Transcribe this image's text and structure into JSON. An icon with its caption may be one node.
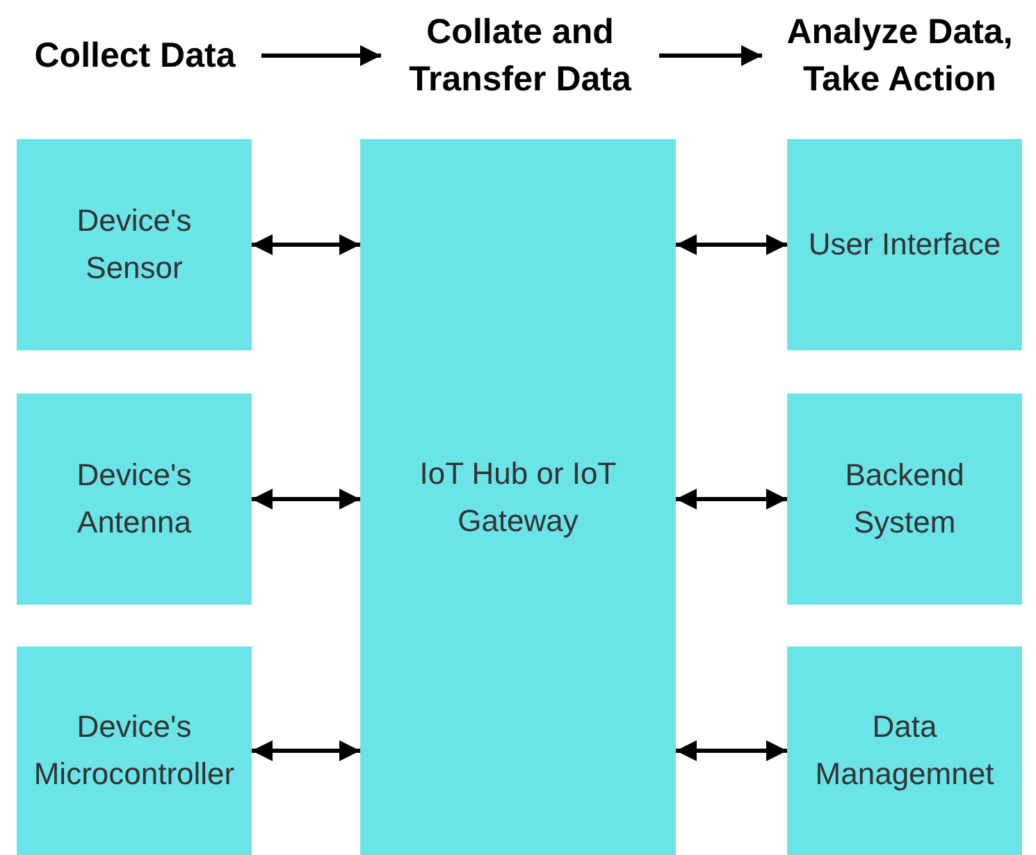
{
  "diagram": {
    "nodes": [
      {
        "text": [
          "Collect Data"
        ]
      },
      {
        "text": [
          "Collate and Transfer Data"
        ]
      },
      {
        "text": [
          "Analyze Data, Take Action"
        ]
      },
      {
        "text": [
          "Device's Sensor"
        ]
      },
      {
        "text": [
          "Device's Antenna"
        ]
      },
      {
        "text": [
          "Device's Microcontroller"
        ]
      },
      {
        "text": [
          "IoT Hub or IoT Gateway"
        ]
      },
      {
        "text": [
          "User Interface"
        ]
      },
      {
        "text": [
          "Backend System"
        ]
      },
      {
        "text": [
          "Data Managemnet"
        ]
      }
    ],
    "edges": [
      {
        "from": 0,
        "to": 1,
        "arrow": "to"
      },
      {
        "from": 1,
        "to": 2,
        "arrow": "to"
      },
      {
        "from": 3,
        "to": 6,
        "arrow": "both"
      },
      {
        "from": 4,
        "to": 6,
        "arrow": "both"
      },
      {
        "from": 5,
        "to": 6,
        "arrow": "both"
      },
      {
        "from": 6,
        "to": 7,
        "arrow": "both"
      },
      {
        "from": 6,
        "to": 8,
        "arrow": "both"
      },
      {
        "from": 6,
        "to": 9,
        "arrow": "both"
      }
    ]
  }
}
